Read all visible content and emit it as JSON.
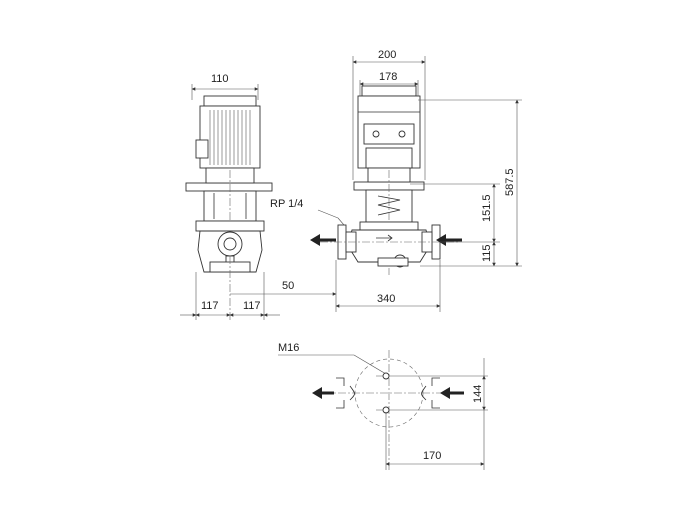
{
  "side_view": {
    "motor_width": "110",
    "left_half_width": "117",
    "right_half_width": "117"
  },
  "front_view": {
    "outer_width": "200",
    "inner_width": "178",
    "port_label": "RP 1/4",
    "offset": "50",
    "port_to_port": "340",
    "total_height": "587.5",
    "flange_to_top": "151.5",
    "base_to_axis": "115"
  },
  "plan_view": {
    "bolt_label": "M16",
    "foot_spacing": "144",
    "foot_offset": "170"
  },
  "icons": [
    "flow-in-arrow-icon",
    "flow-out-arrow-icon"
  ]
}
